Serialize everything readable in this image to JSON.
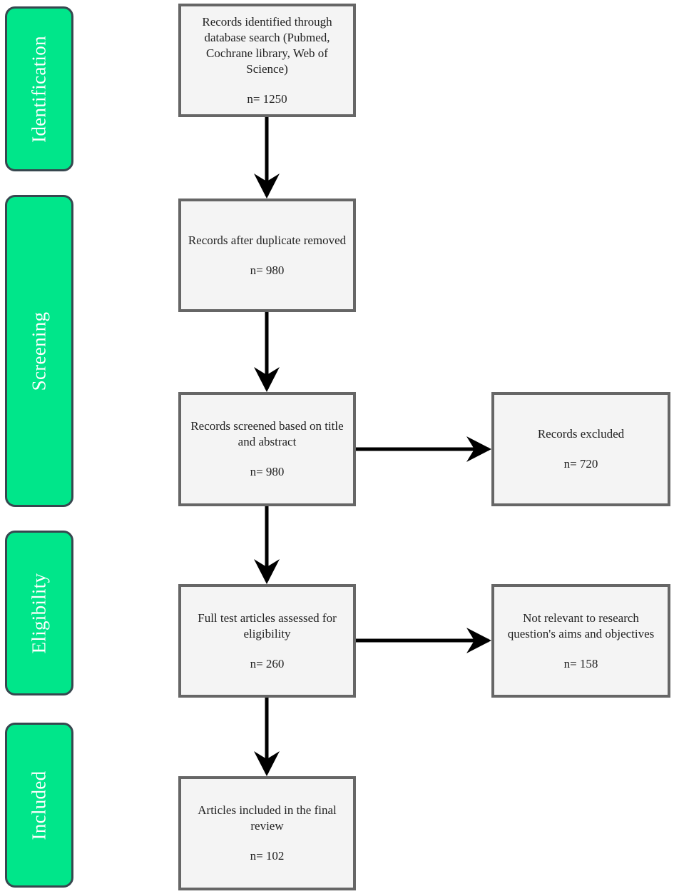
{
  "phases": [
    {
      "key": "identification",
      "label": "Identification"
    },
    {
      "key": "screening",
      "label": "Screening"
    },
    {
      "key": "eligibility",
      "label": "Eligibility"
    },
    {
      "key": "included",
      "label": "Included"
    }
  ],
  "boxes": {
    "identified": {
      "text": "Records identified through\ndatabase search (Pubmed,\nCochrane library, Web of\nScience)",
      "count": "n= 1250"
    },
    "deduplicated": {
      "text": "Records after duplicate removed",
      "count": "n= 980"
    },
    "screened": {
      "text": "Records screened based on title\nand abstract",
      "count": "n= 980"
    },
    "excluded": {
      "text": "Records excluded",
      "count": "n= 720"
    },
    "full_text": {
      "text": "Full test articles assessed for\neligibility",
      "count": "n= 260"
    },
    "not_relevant": {
      "text": "Not relevant to research\nquestion's aims and objectives",
      "count": "n= 158"
    },
    "included": {
      "text": "Articles included in the final\nreview",
      "count": "n= 102"
    }
  },
  "colors": {
    "phase_fill": "#00e68a",
    "phase_border": "#37474f",
    "box_fill": "#f4f4f4",
    "box_border": "#666666",
    "arrow": "#000000"
  }
}
